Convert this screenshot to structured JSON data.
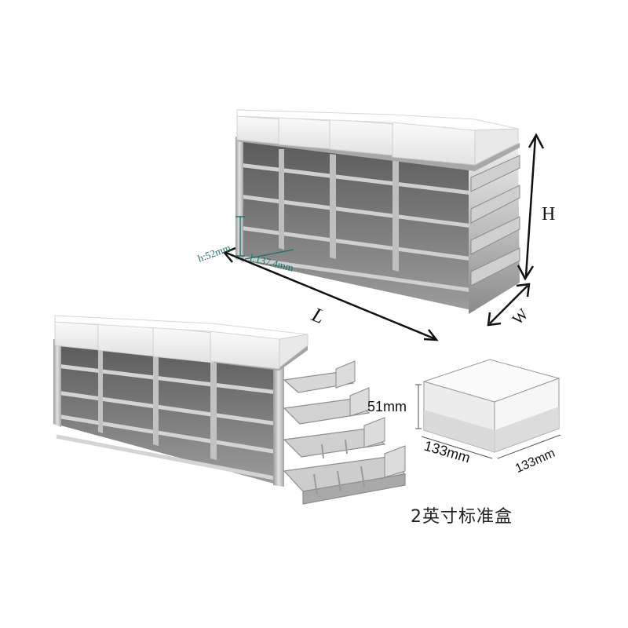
{
  "labels": {
    "height_symbol": "H",
    "width_symbol": "W",
    "length_symbol": "L",
    "inner_height": "h:52mm",
    "inner_length": "l:137.4mm",
    "box_height": "51mm",
    "box_length": "133mm",
    "box_width": "133mm",
    "caption": "2英寸标准盒"
  },
  "colors": {
    "steel_light": "#d9d9d9",
    "steel_mid": "#b5b5b5",
    "steel_dark": "#6e6e6e",
    "box_white": "#f4f4f4",
    "dimension_teal": "#1d6f6a",
    "arrow_black": "#111111"
  }
}
